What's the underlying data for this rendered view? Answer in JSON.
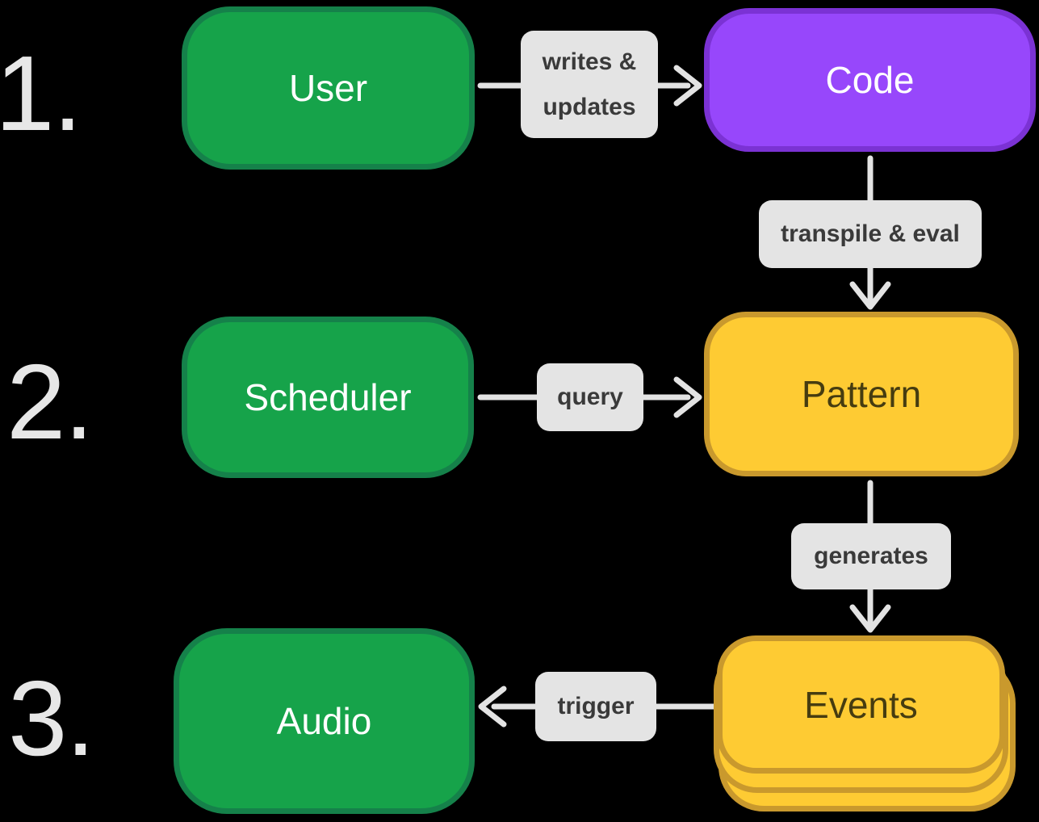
{
  "colors": {
    "background": "#000000",
    "green_fill": "#16A34A",
    "green_border": "#15814A",
    "purple_fill": "#9747FB",
    "purple_border": "#7B32D4",
    "yellow_fill": "#FECB33",
    "yellow_border": "#C9992D",
    "label_bg": "#E4E4E4",
    "label_text": "#3A3A3A",
    "arrow": "#E3E3E3",
    "number_text": "#E7E7E7",
    "node_text_light": "#FFFFFF",
    "node_text_dark": "#463C10"
  },
  "steps": [
    {
      "label": "1."
    },
    {
      "label": "2."
    },
    {
      "label": "3."
    }
  ],
  "nodes": {
    "user": {
      "label": "User"
    },
    "code": {
      "label": "Code"
    },
    "scheduler": {
      "label": "Scheduler"
    },
    "pattern": {
      "label": "Pattern"
    },
    "audio": {
      "label": "Audio"
    },
    "events": {
      "label": "Events"
    }
  },
  "edge_labels": {
    "writes_updates_line1": "writes &",
    "writes_updates_line2": "updates",
    "transpile_eval": "transpile & eval",
    "query": "query",
    "generates": "generates",
    "trigger": "trigger"
  }
}
